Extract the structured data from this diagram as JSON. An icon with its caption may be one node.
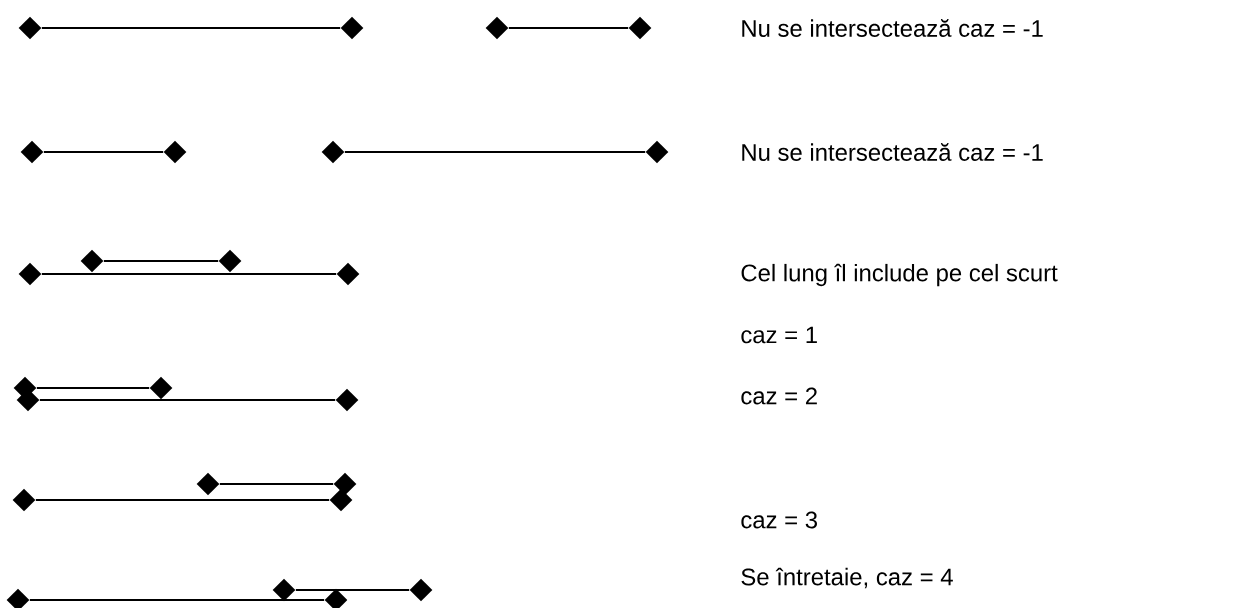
{
  "diagram": {
    "nodes": [
      {
        "text": [],
        "shape": "diamond"
      },
      {
        "text": [],
        "shape": "diamond"
      },
      {
        "text": [],
        "shape": "diamond"
      },
      {
        "text": [],
        "shape": "diamond"
      },
      {
        "text": [],
        "shape": "diamond"
      },
      {
        "text": [],
        "shape": "diamond"
      },
      {
        "text": [],
        "shape": "diamond"
      },
      {
        "text": [],
        "shape": "diamond"
      },
      {
        "text": [],
        "shape": "diamond"
      },
      {
        "text": [],
        "shape": "diamond"
      },
      {
        "text": [],
        "shape": "diamond"
      },
      {
        "text": [],
        "shape": "diamond"
      },
      {
        "text": [],
        "shape": "diamond"
      },
      {
        "text": [],
        "shape": "diamond"
      },
      {
        "text": [],
        "shape": "diamond"
      },
      {
        "text": [],
        "shape": "diamond"
      },
      {
        "text": [],
        "shape": "diamond"
      },
      {
        "text": [],
        "shape": "diamond"
      },
      {
        "text": [],
        "shape": "diamond"
      },
      {
        "text": [],
        "shape": "diamond"
      },
      {
        "text": [],
        "shape": "diamond"
      },
      {
        "text": [],
        "shape": "diamond"
      },
      {
        "text": [],
        "shape": "diamond"
      },
      {
        "text": [],
        "shape": "diamond"
      }
    ],
    "edges": [
      {
        "from": 0,
        "to": 1,
        "arrow": "none"
      },
      {
        "from": 2,
        "to": 3,
        "arrow": "none"
      },
      {
        "from": 4,
        "to": 5,
        "arrow": "none"
      },
      {
        "from": 6,
        "to": 7,
        "arrow": "none"
      },
      {
        "from": 8,
        "to": 9,
        "arrow": "none"
      },
      {
        "from": 10,
        "to": 11,
        "arrow": "none"
      },
      {
        "from": 12,
        "to": 13,
        "arrow": "none"
      },
      {
        "from": 14,
        "to": 15,
        "arrow": "none"
      },
      {
        "from": 16,
        "to": 17,
        "arrow": "none"
      },
      {
        "from": 18,
        "to": 19,
        "arrow": "none"
      },
      {
        "from": 20,
        "to": 21,
        "arrow": "none"
      },
      {
        "from": 22,
        "to": 23,
        "arrow": "none"
      }
    ],
    "labels": [
      "Nu se intersectează caz = -1",
      "Nu se intersectează caz = -1",
      "Cel lung îl include pe cel scurt",
      "caz = 1",
      "caz = 2",
      "caz = 3",
      "Se întretaie, caz = 4"
    ]
  }
}
